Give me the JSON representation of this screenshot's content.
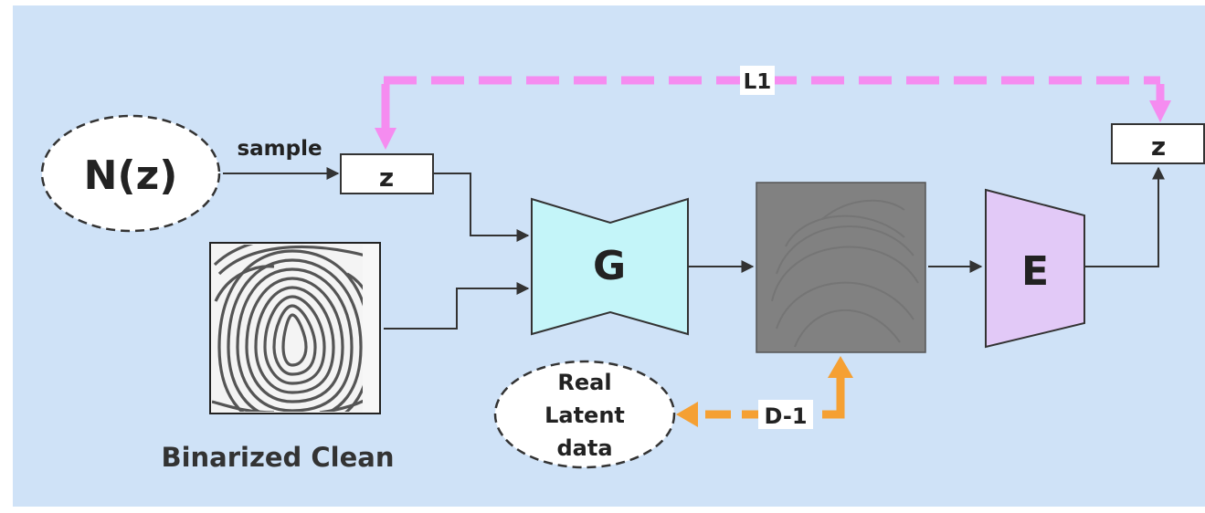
{
  "diagram": {
    "background_color": "#cfe2f7",
    "nodes": {
      "prior": {
        "label": "N(z)"
      },
      "z_input": {
        "label": "z"
      },
      "z_output": {
        "label": "z"
      },
      "generator": {
        "label": "G",
        "fill": "#c4f5f9"
      },
      "encoder": {
        "label": "E",
        "fill": "#e2c9f7"
      },
      "binarized_image": {
        "caption": "Binarized Clean"
      },
      "real_latent": {
        "lines": [
          "Real",
          "Latent",
          "data"
        ]
      }
    },
    "edges": {
      "sample": {
        "label": "sample"
      },
      "l1_loss": {
        "label": "L1",
        "color": "#f58cf0"
      },
      "discriminator_loss": {
        "label": "D-1",
        "color": "#f5a033"
      }
    }
  }
}
